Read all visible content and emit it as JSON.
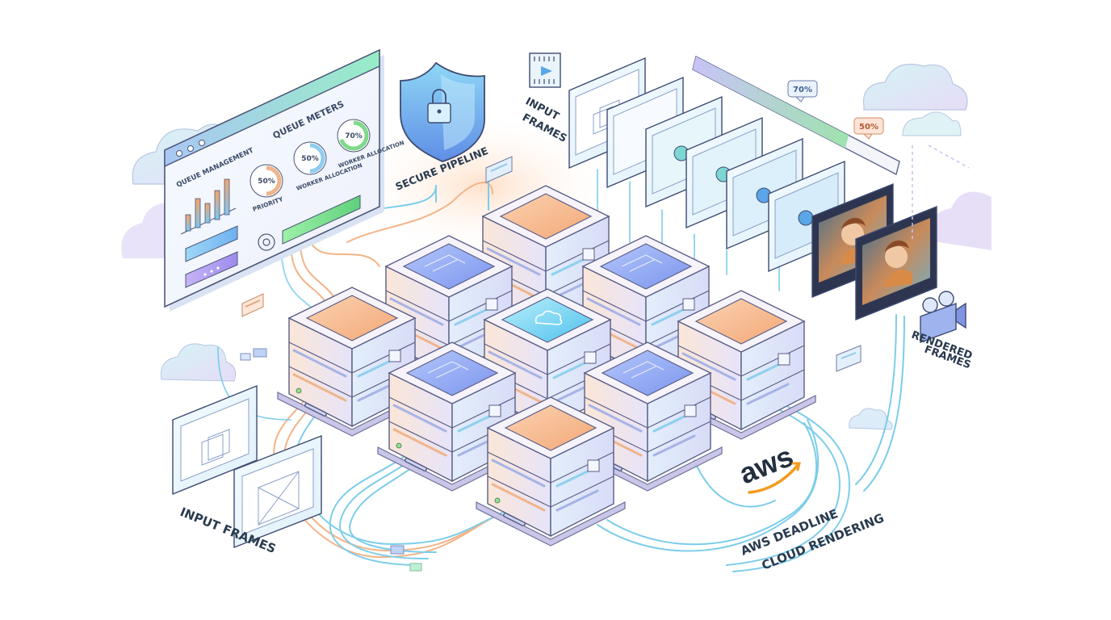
{
  "dashboard": {
    "panel_title": "QUEUE MANAGEMENT",
    "meters_title": "QUEUE METERS",
    "gauges": [
      {
        "value_label": "50%",
        "caption": "PRIORITY",
        "percent": 50
      },
      {
        "value_label": "50%",
        "caption": "WORKER ALLOCATION",
        "percent": 50
      },
      {
        "value_label": "70%",
        "caption": "WORKER ALLOCATION",
        "percent": 70
      }
    ]
  },
  "labels": {
    "secure_pipeline": "SECURE PIPELINE",
    "input_frames_top_line1": "INPUT",
    "input_frames_top_line2": "FRAMES",
    "input_frames_bottom": "INPUT FRAMES",
    "rendered_frames_line1": "RENDERED",
    "rendered_frames_line2": "FRAMES",
    "aws_logo": "aws",
    "aws_title_line1": "AWS DEADLINE",
    "aws_title_line2": "CLOUD RENDERING"
  },
  "progress": {
    "badge_top": "70%",
    "badge_bottom": "50%",
    "fill_fraction": 0.75
  },
  "icons": {
    "shield": "padlock-shield-icon",
    "cloud": "cloud-icon",
    "gear": "gear-icon",
    "camera": "movie-camera-icon",
    "play": "play-icon"
  },
  "colors": {
    "accent_cyan": "#4cc3e8",
    "accent_orange": "#f5b07a",
    "accent_purple": "#a99cf0",
    "accent_green": "#7fd98a"
  }
}
